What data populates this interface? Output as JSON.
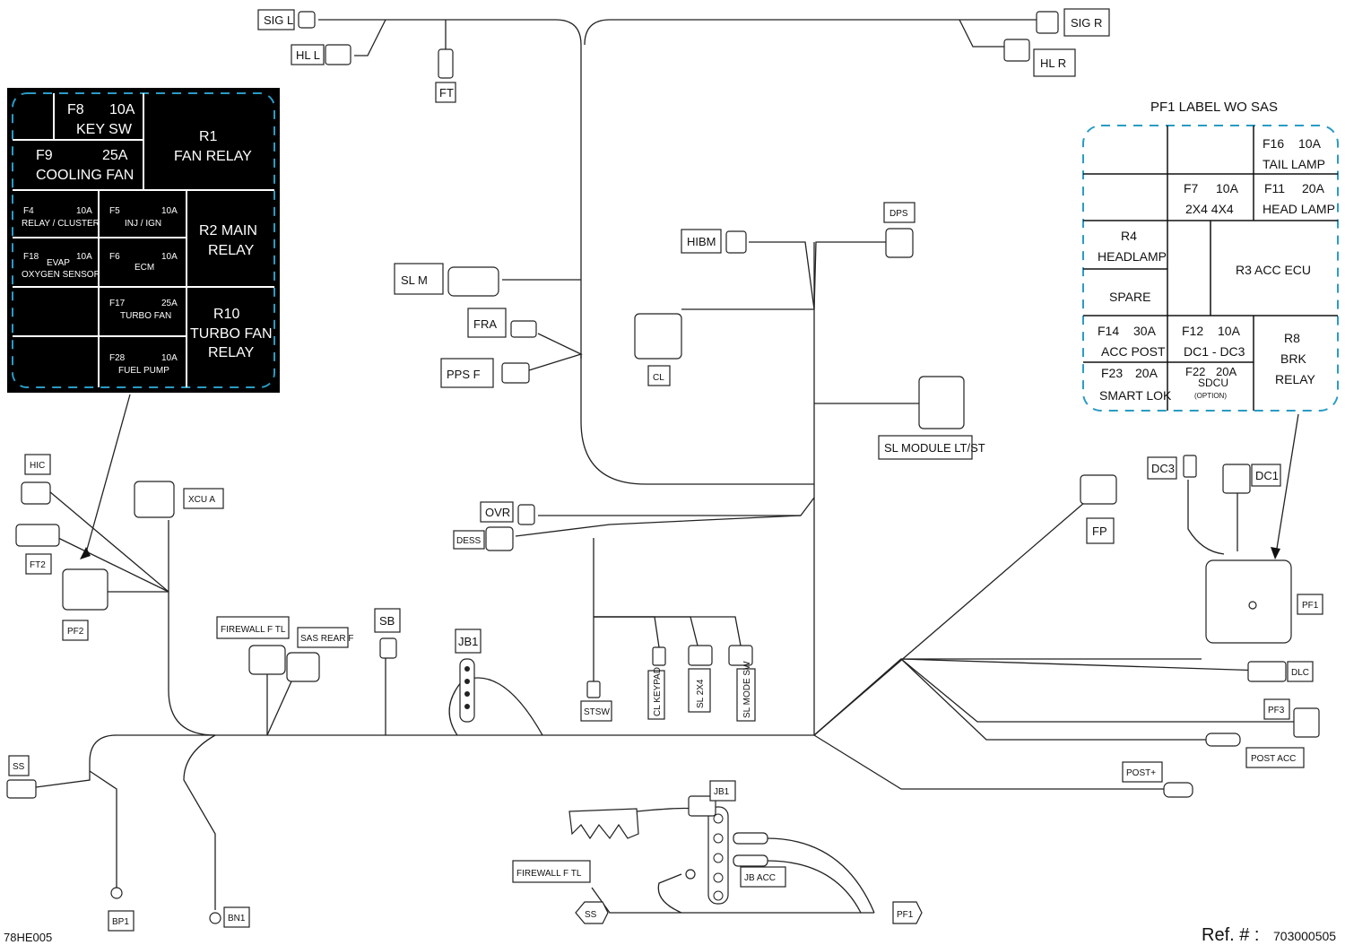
{
  "tags": {
    "sig_l": "SIG L",
    "hl_l": "HL L",
    "ft": "FT",
    "sig_r": "SIG R",
    "hl_r": "HL R",
    "hibm": "HIBM",
    "dps": "DPS",
    "sl_m": "SL M",
    "fra": "FRA",
    "pps_f": "PPS F",
    "cl": "CL",
    "sl_module": "SL MODULE LT/ST",
    "hic": "HIC",
    "xcu_a": "XCU A",
    "ft2": "FT2",
    "pf2": "PF2",
    "ovr": "OVR",
    "dess": "DESS",
    "fp": "FP",
    "dc3": "DC3",
    "dc1": "DC1",
    "pf1": "PF1",
    "firewall_f_tl": "FIREWALL F TL",
    "sas_rear_f": "SAS REAR F",
    "sb": "SB",
    "jb1": "JB1",
    "stsw": "STSW",
    "cl_keypad": "CL KEYPAD",
    "sl_2x4": "SL 2X4",
    "sl_mode_sw": "SL MODE SW",
    "dlc": "DLC",
    "pf3": "PF3",
    "post_acc": "POST ACC",
    "post_plus": "POST+",
    "ss": "SS",
    "bp1": "BP1",
    "bn1": "BN1",
    "jb_acc": "JB ACC"
  },
  "left_fusebox": {
    "f8": "F8",
    "f8_amp": "10A",
    "f8_name": "KEY SW",
    "f9": "F9",
    "f9_amp": "25A",
    "f9_name": "COOLING FAN",
    "r1": "R1",
    "r1_name": "FAN RELAY",
    "f4": "F4",
    "f4_amp": "10A",
    "f4_name": "RELAY / CLUSTER",
    "f5": "F5",
    "f5_amp": "10A",
    "f5_name": "INJ / IGN",
    "r2_line1": "R2 MAIN",
    "r2_line2": "RELAY",
    "f18": "F18",
    "f18_amp": "10A",
    "f18_name1": "EVAP",
    "f18_name2": "OXYGEN SENSOR",
    "f6": "F6",
    "f6_amp": "10A",
    "f6_name": "ECM",
    "f17": "F17",
    "f17_amp": "25A",
    "f17_name": "TURBO FAN",
    "r10": "R10",
    "r10_name1": "TURBO FAN",
    "r10_name2": "RELAY",
    "f28": "F28",
    "f28_amp": "10A",
    "f28_name": "FUEL PUMP"
  },
  "pf1_label": {
    "title": "PF1 LABEL WO SAS",
    "f16": "F16",
    "f16_amp": "10A",
    "f16_name": "TAIL LAMP",
    "f7": "F7",
    "f7_amp": "10A",
    "f7_name": "2X4 4X4",
    "f11": "F11",
    "f11_amp": "20A",
    "f11_name": "HEAD LAMP",
    "r4": "R4",
    "r4_name": "HEADLAMP",
    "r3": "R3 ACC ECU",
    "spare": "SPARE",
    "f14": "F14",
    "f14_amp": "30A",
    "f14_name": "ACC POST",
    "f12": "F12",
    "f12_amp": "10A",
    "f12_name": "DC1 - DC3",
    "r8": "R8",
    "r8_name1": "BRK",
    "r8_name2": "RELAY",
    "f23": "F23",
    "f23_amp": "20A",
    "f23_name": "SMART LOK",
    "f22": "F22",
    "f22_amp": "20A",
    "f22_name": "SDCU",
    "f22_option": "(OPTION)"
  },
  "footer": {
    "drawing_id": "78HE005",
    "ref_label": "Ref. # :",
    "ref_number": "703000505"
  },
  "colors": {
    "label_box_dash": "#2a9bc4",
    "fusebox_bg": "#000000",
    "line": "#222222"
  }
}
